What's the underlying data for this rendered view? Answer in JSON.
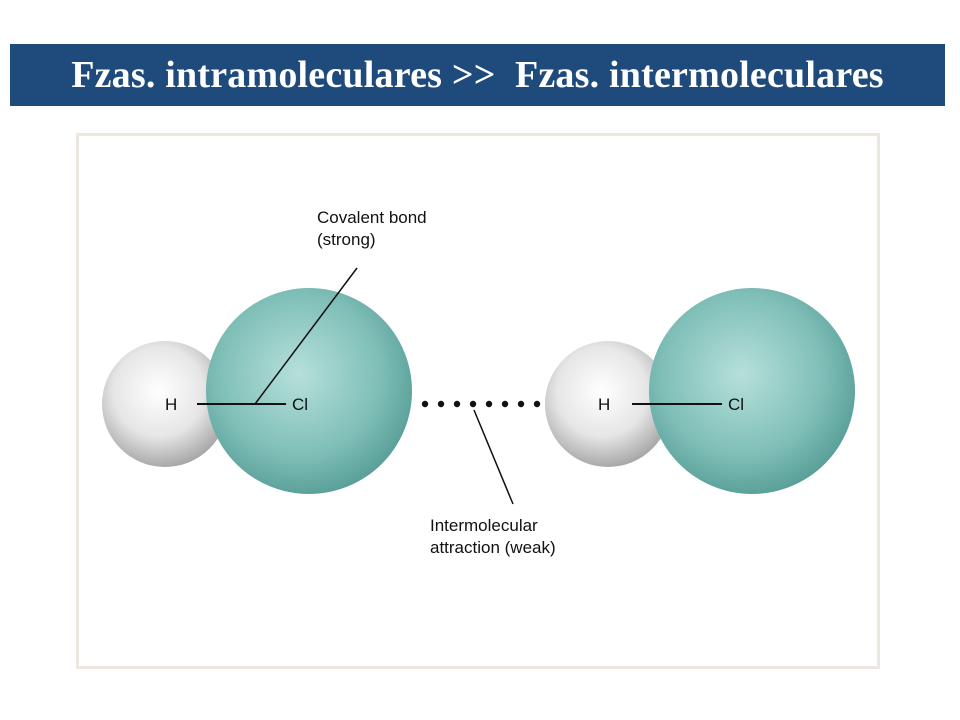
{
  "title": "Fzas. intramoleculares >>  Fzas. intermoleculares",
  "molecules": [
    {
      "hydrogen_label": "H",
      "chlorine_label": "Cl"
    },
    {
      "hydrogen_label": "H",
      "chlorine_label": "Cl"
    }
  ],
  "callouts": {
    "covalent": {
      "line1": "Covalent bond",
      "line2": "(strong)"
    },
    "intermolecular": {
      "line1": "Intermolecular",
      "line2": "attraction (weak)"
    }
  },
  "colors": {
    "title_bg": "#1e4a7c",
    "title_text": "#ffffff",
    "chlorine": "#7fbfb8",
    "hydrogen": "#e8e8e8",
    "frame": "#ece8df"
  }
}
